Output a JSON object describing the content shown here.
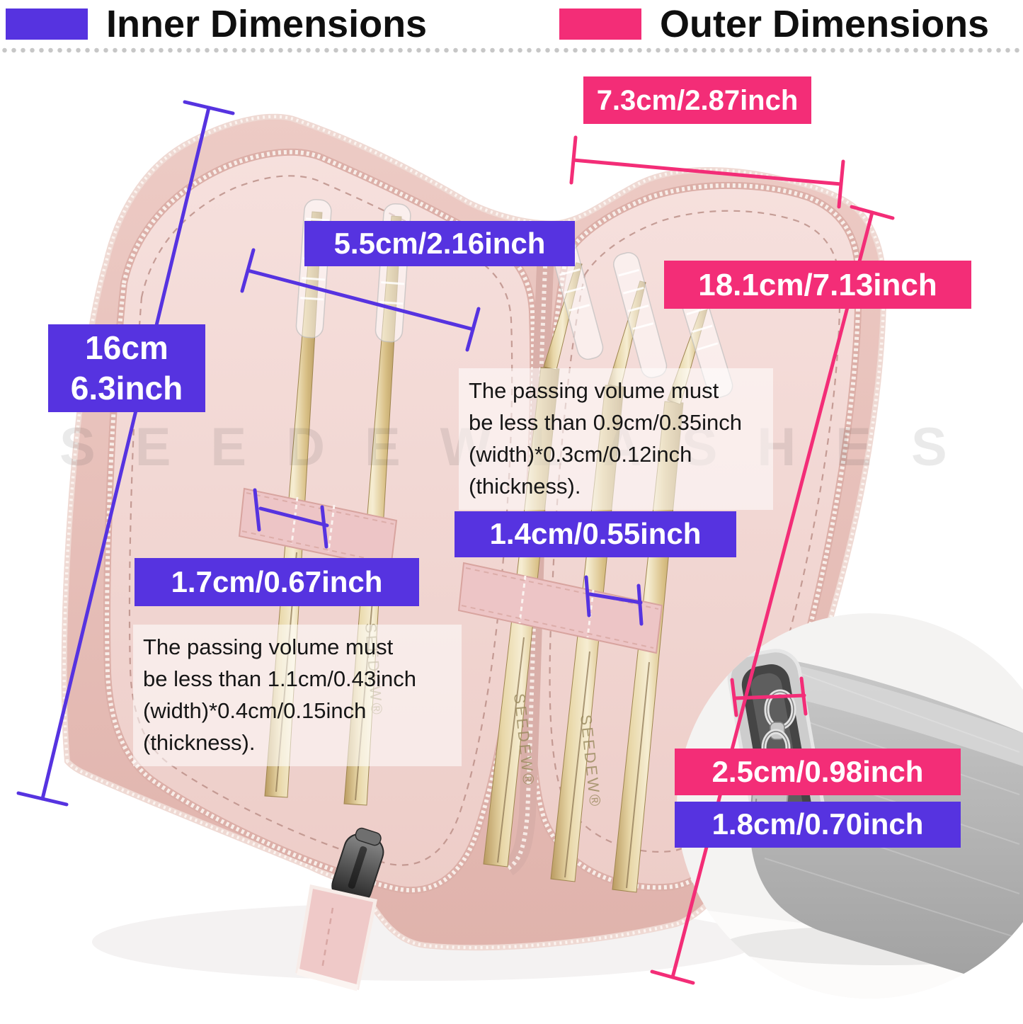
{
  "legend": {
    "inner": {
      "label": "Inner Dimensions",
      "color": "#5633E0"
    },
    "outer": {
      "label": "Outer Dimensions",
      "color": "#F32D77"
    }
  },
  "annotations": {
    "outer_top_width": {
      "text": "7.3cm/2.87inch",
      "type": "outer"
    },
    "inner_pocket_width": {
      "text": "5.5cm/2.16inch",
      "type": "inner"
    },
    "outer_height": {
      "text": "18.1cm/7.13inch",
      "type": "outer"
    },
    "inner_height": {
      "text": [
        "16cm",
        "6.3inch"
      ],
      "type": "inner"
    },
    "inner_strap_left": {
      "text": "1.7cm/0.67inch",
      "type": "inner"
    },
    "inner_strap_right": {
      "text": "1.4cm/0.55inch",
      "type": "inner"
    },
    "inset_outer_thickness": {
      "text": "2.5cm/0.98inch",
      "type": "outer"
    },
    "inset_inner_thickness": {
      "text": "1.8cm/0.70inch",
      "type": "inner"
    },
    "note_right": [
      "The passing volume must",
      "be less than 0.9cm/0.35inch",
      "(width)*0.3cm/0.12inch",
      "(thickness)."
    ],
    "note_left": [
      "The passing volume must",
      "be less than 1.1cm/0.43inch",
      "(width)*0.4cm/0.15inch",
      "(thickness)."
    ]
  },
  "watermark": "SEEDEWLASHES",
  "brand": "SEEDEW®",
  "colors": {
    "inner_accent": "#5633E0",
    "outer_accent": "#F32D77",
    "case_pink": "#E7C2BC",
    "lining_pink": "#F2DAD6",
    "gold": "#D8BF8E",
    "inset_gray": "#BDBDBD"
  }
}
